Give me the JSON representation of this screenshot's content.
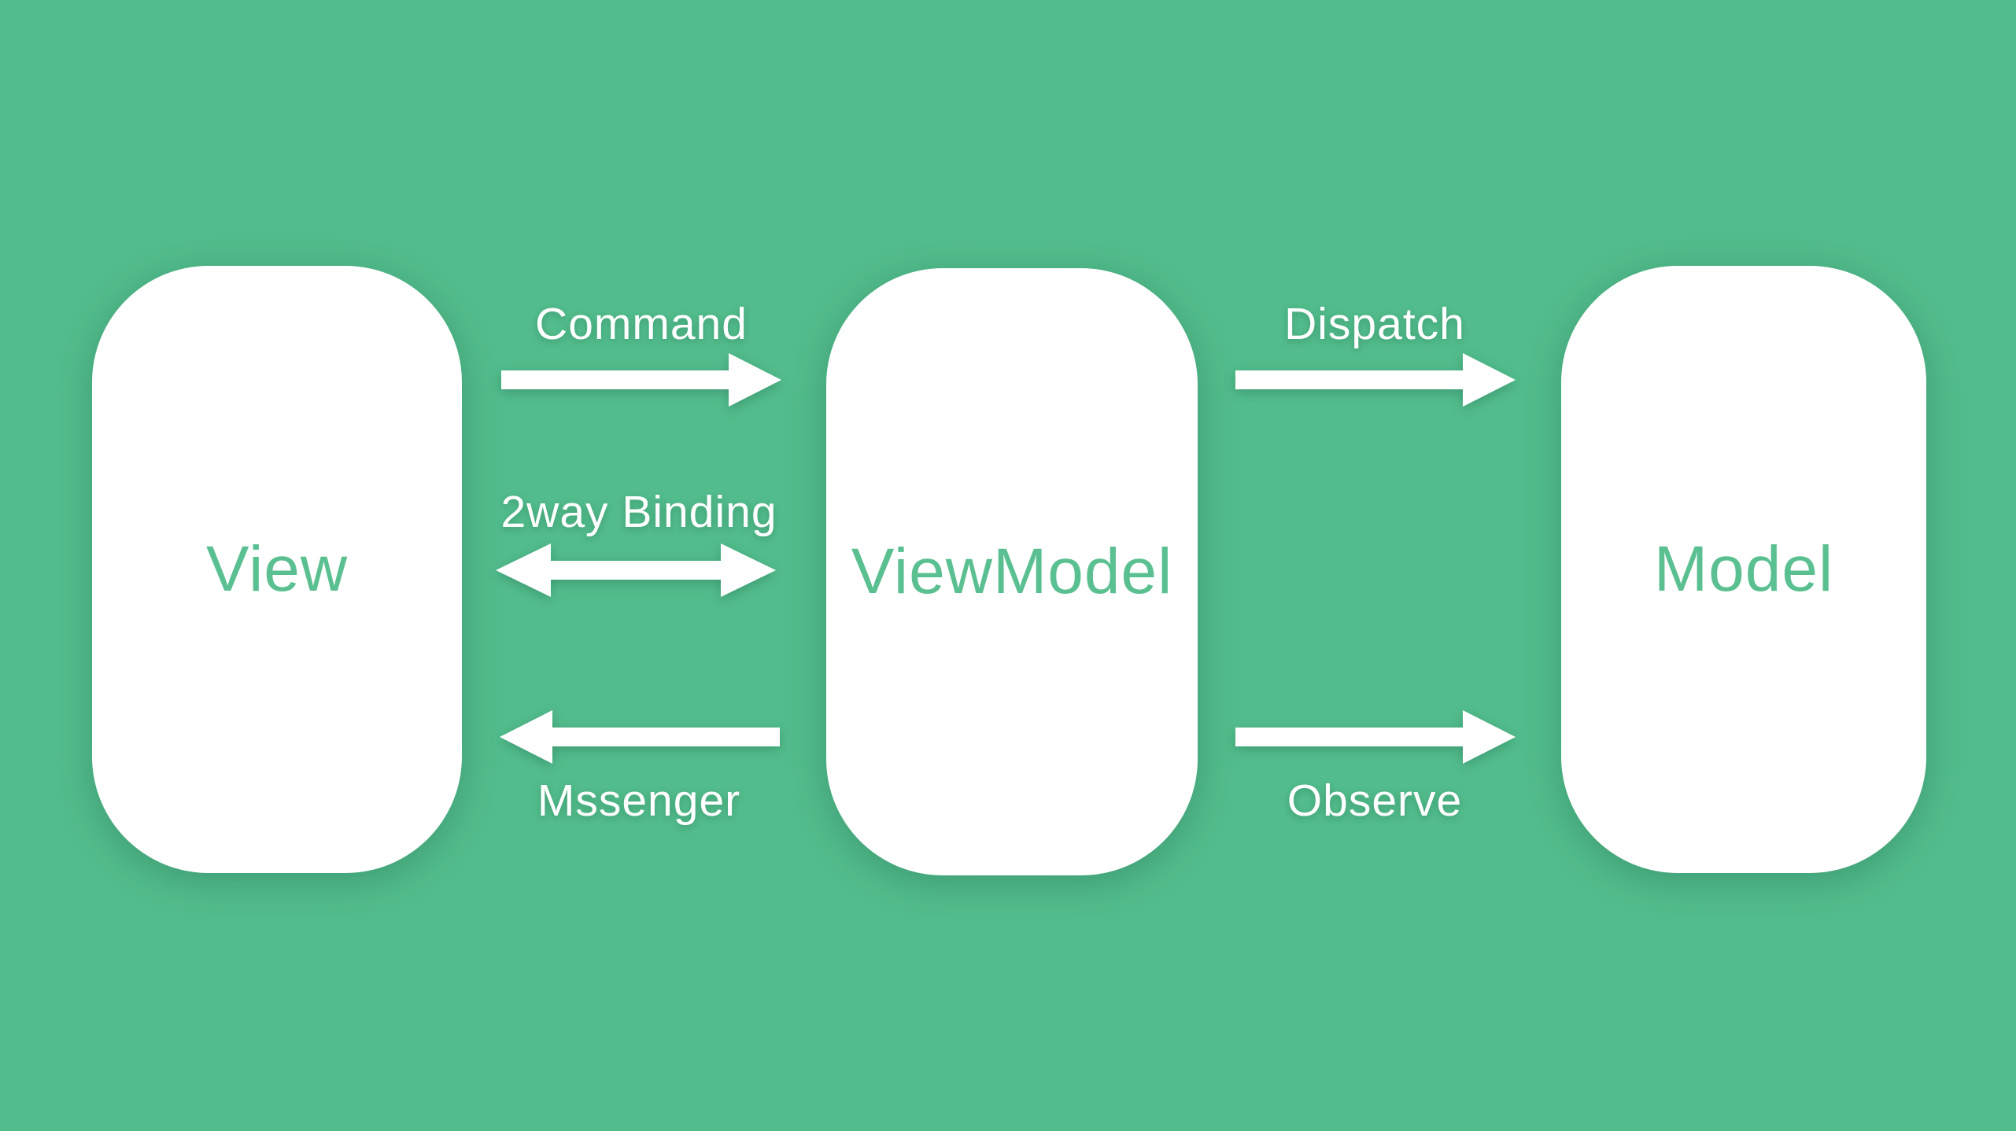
{
  "colors": {
    "background": "#52BC8C",
    "node_fill": "#FFFFFF",
    "node_text": "#5BC091",
    "edge_text": "#FFFFFF",
    "arrow_fill": "#FFFFFF"
  },
  "nodes": [
    {
      "id": "view",
      "label": "View"
    },
    {
      "id": "viewmodel",
      "label": "ViewModel"
    },
    {
      "id": "model",
      "label": "Model"
    }
  ],
  "edges": [
    {
      "id": "command",
      "label": "Command",
      "from": "View",
      "to": "ViewModel",
      "direction": "right",
      "label_position": "above-arrow"
    },
    {
      "id": "binding",
      "label": "2way Binding",
      "from": "View",
      "to": "ViewModel",
      "direction": "both",
      "label_position": "above-arrow"
    },
    {
      "id": "messenger",
      "label": "Mssenger",
      "from": "ViewModel",
      "to": "View",
      "direction": "left",
      "label_position": "below-arrow"
    },
    {
      "id": "dispatch",
      "label": "Dispatch",
      "from": "ViewModel",
      "to": "Model",
      "direction": "right",
      "label_position": "above-arrow"
    },
    {
      "id": "observe",
      "label": "Observe",
      "from": "ViewModel",
      "to": "Model",
      "direction": "right",
      "label_position": "below-arrow"
    }
  ]
}
